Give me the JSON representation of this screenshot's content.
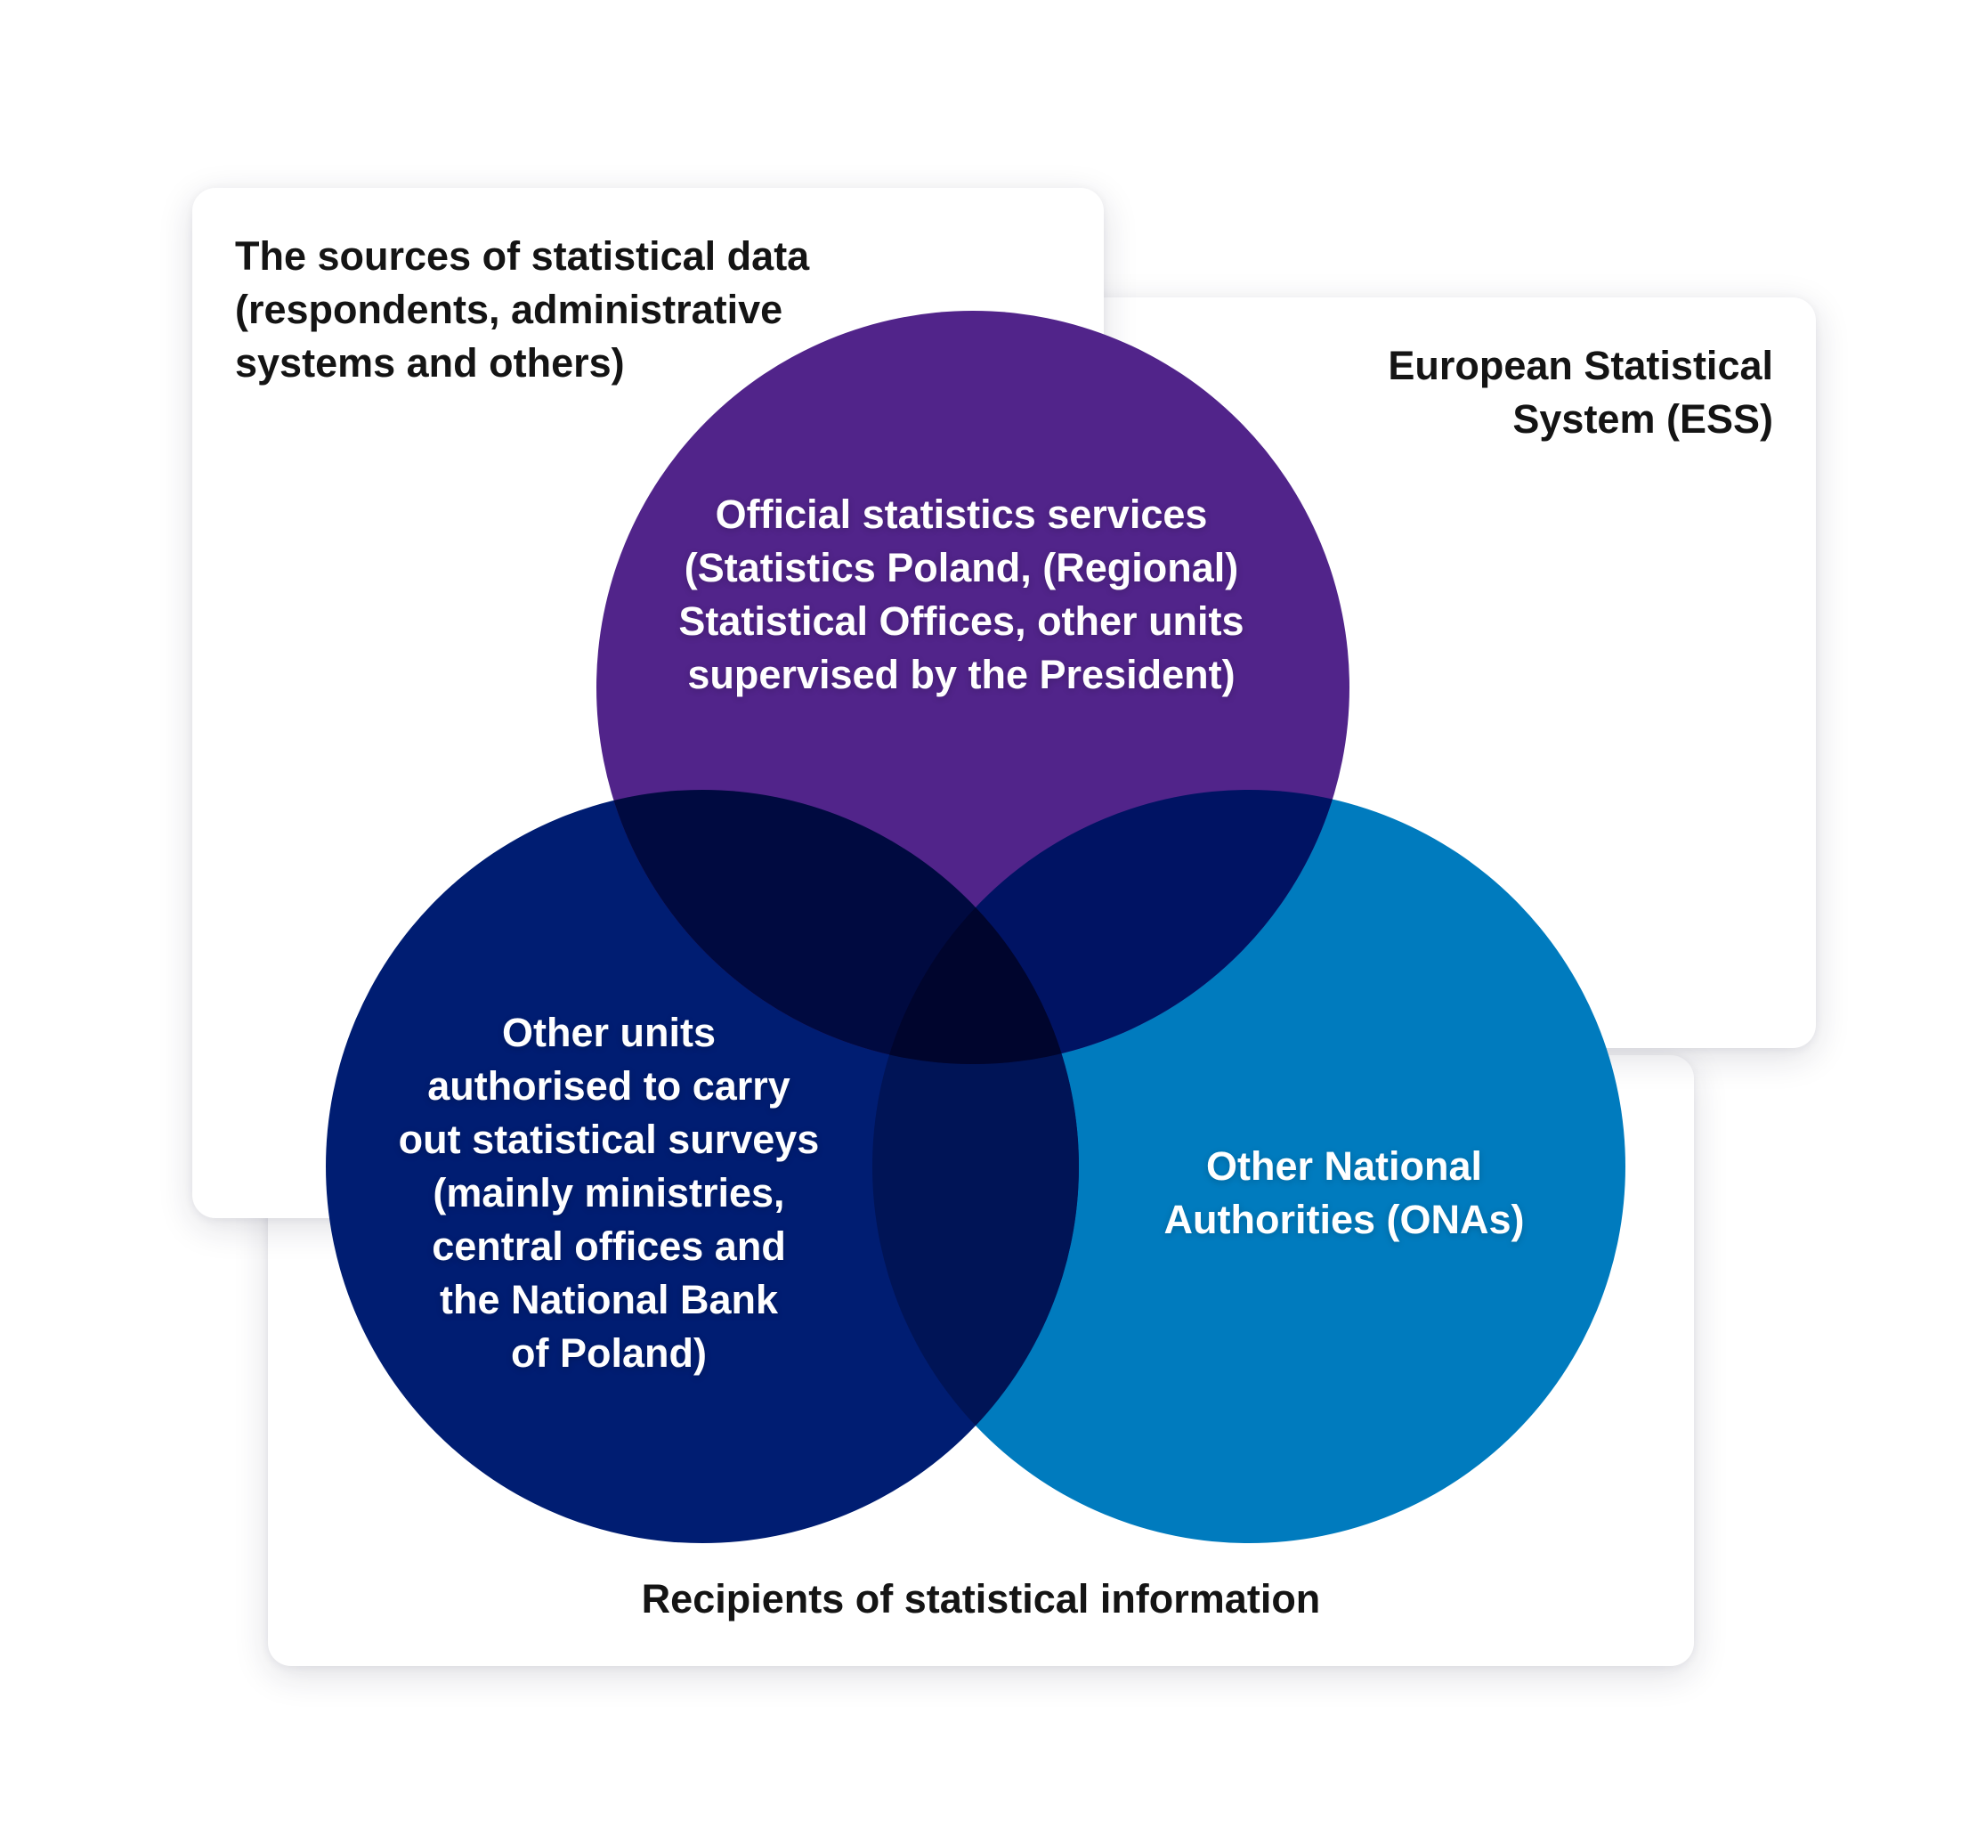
{
  "containers": {
    "sources": "The sources of statistical data\n(respondents, administrative\nsystems and others)",
    "ess": "European Statistical\nSystem (ESS)",
    "recipients": "Recipients of statistical information"
  },
  "circles": {
    "official": {
      "label": "Official statistics services\n(Statistics Poland, (Regional)\nStatistical Offices, other units\nsupervised by the President)",
      "color": "#51248A"
    },
    "other_units": {
      "label": "Other units\nauthorised to carry\nout statistical surveys\n(mainly ministries,\ncentral offices and\nthe National Bank\nof Poland)",
      "color": "#001D72"
    },
    "onas": {
      "label": "Other National\nAuthorities (ONAs)",
      "color": "#007BBE"
    }
  },
  "overlap_colors": {
    "official_other_units": "#000A40",
    "official_onas": "#001363",
    "other_units_onas": "#001456",
    "center": "#00052D"
  }
}
